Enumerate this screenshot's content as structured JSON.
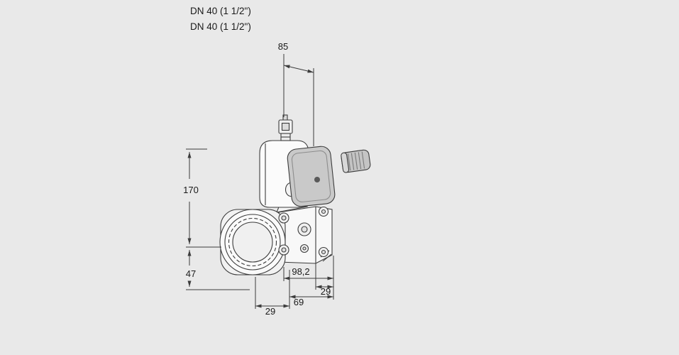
{
  "labels": {
    "dn_line1": "DN 40 (1 1/2\")",
    "dn_line2": "DN 40 (1 1/2\")"
  },
  "dimensions": {
    "top_width": "85",
    "height_upper": "170",
    "height_lower": "47",
    "depth": "98,2",
    "bottom_left": "29",
    "bottom_center": "69",
    "bottom_right": "29"
  },
  "colors": {
    "background": "#e9e9e9",
    "line": "#3c3c3c",
    "text": "#1a1a1a",
    "coil_fill": "#c9c9c9"
  }
}
